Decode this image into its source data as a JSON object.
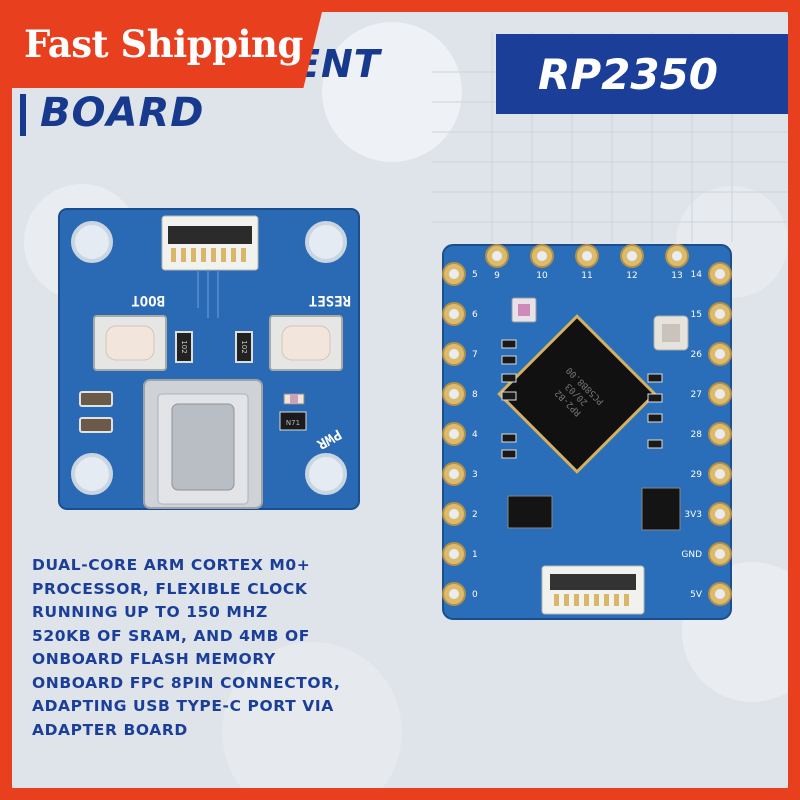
{
  "ribbon": {
    "text": "Fast Shipping"
  },
  "title": {
    "top_partial": "ENT",
    "bottom": "BOARD"
  },
  "chip_banner": {
    "text": "RP2350"
  },
  "features": [
    "DUAL-CORE ARM CORTEX M0+",
    "PROCESSOR, FLEXIBLE CLOCK",
    "RUNNING UP TO 150 MHZ",
    "520KB OF SRAM, AND 4MB OF",
    "ONBOARD FLASH MEMORY",
    "ONBOARD FPC 8PIN CONNECTOR,",
    "ADAPTING USB TYPE-C PORT VIA",
    "ADAPTER BOARD"
  ],
  "adapter_board": {
    "boot_label": "BOOT",
    "reset_label": "RESET",
    "pwr_label": "PWR",
    "resistor_labels": [
      "102",
      "102"
    ],
    "ic_label": "N71"
  },
  "main_board": {
    "chip_marking": [
      "RP2-B2",
      "20/03",
      "PC58B8.00"
    ],
    "left_pins": [
      "5",
      "6",
      "7",
      "8",
      "4",
      "3",
      "2",
      "1",
      "0"
    ],
    "right_pins": [
      "14",
      "15",
      "26",
      "27",
      "28",
      "29",
      "3V3",
      "GND",
      "5V"
    ],
    "top_pins": [
      "9",
      "10",
      "11",
      "12",
      "13"
    ]
  },
  "colors": {
    "orange": "#e8401f",
    "navy": "#1b3f99",
    "pcb": "#2a6db8",
    "gold": "#d4b062"
  }
}
